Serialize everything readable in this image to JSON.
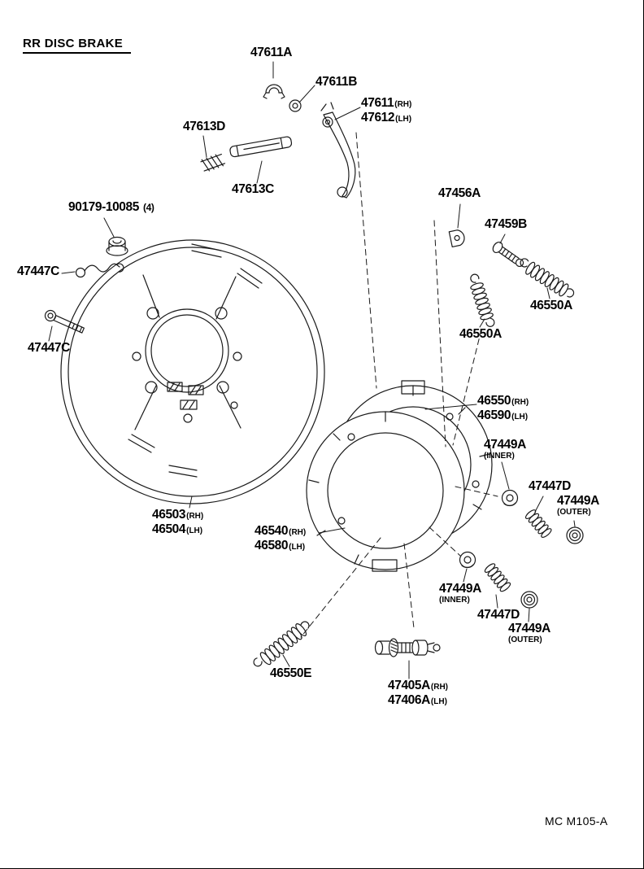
{
  "doc": {
    "title": "RR DISC BRAKE",
    "footer_code": "MC M105-A"
  },
  "labels": {
    "clip_top": {
      "text": "47611A"
    },
    "washer_small": {
      "text": "47611B"
    },
    "lever": {
      "rh": "47611",
      "rh_side": "(RH)",
      "lh": "47612",
      "lh_side": "(LH)"
    },
    "ratchet": {
      "text": "47613D"
    },
    "strut": {
      "text": "47613C"
    },
    "nut": {
      "num": "90179-10085",
      "qty": "(4)"
    },
    "hook": {
      "text": "47447C"
    },
    "bolt": {
      "text": "47447C"
    },
    "anchor_clip": {
      "text": "47456A"
    },
    "adjuster_bolt": {
      "text": "47459B"
    },
    "spring_right": {
      "text": "46550A"
    },
    "spring_left": {
      "text": "46550A"
    },
    "shoe_rear": {
      "rh": "46550",
      "rh_side": "(RH)",
      "lh": "46590",
      "lh_side": "(LH)"
    },
    "cup_upper": {
      "num": "47449A",
      "pos": "(INNER)"
    },
    "spring_small_upper": {
      "text": "47447D"
    },
    "washer_upper": {
      "num": "47449A",
      "pos": "(OUTER)"
    },
    "plate": {
      "rh": "46503",
      "rh_side": "(RH)",
      "lh": "46504",
      "lh_side": "(LH)"
    },
    "shoe_front": {
      "rh": "46540",
      "rh_side": "(RH)",
      "lh": "46580",
      "lh_side": "(LH)"
    },
    "cup_lower": {
      "num": "47449A",
      "pos": "(INNER)"
    },
    "spring_small_lower": {
      "text": "47447D"
    },
    "washer_lower": {
      "num": "47449A",
      "pos": "(OUTER)"
    },
    "return_spring": {
      "text": "46550E"
    },
    "adjuster": {
      "rh": "47405A",
      "rh_side": "(RH)",
      "lh": "47406A",
      "lh_side": "(LH)"
    }
  }
}
